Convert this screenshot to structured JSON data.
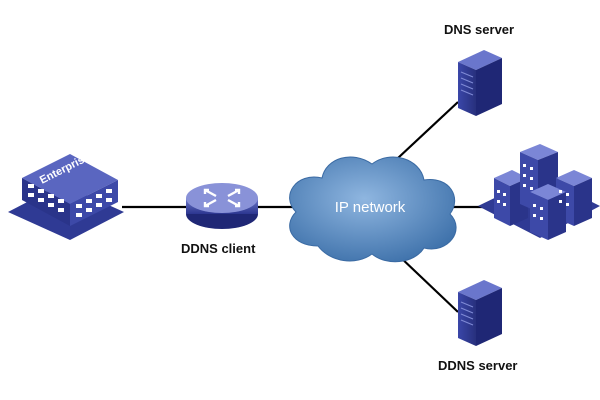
{
  "nodes": {
    "enterprise": {
      "label": "Enterprise"
    },
    "ddns_client": {
      "label": "DDNS client"
    },
    "ip_network": {
      "label": "IP network"
    },
    "dns_server": {
      "label": "DNS server"
    },
    "ddns_server": {
      "label": "DDNS server"
    },
    "buildings": {
      "label": ""
    }
  },
  "edges": [
    {
      "from": "enterprise",
      "to": "ddns_client"
    },
    {
      "from": "ddns_client",
      "to": "ip_network"
    },
    {
      "from": "ip_network",
      "to": "dns_server"
    },
    {
      "from": "ip_network",
      "to": "buildings"
    },
    {
      "from": "ip_network",
      "to": "ddns_server"
    }
  ],
  "colors": {
    "device_blue": "#2f3a94",
    "device_light": "#5a66c0",
    "cloud_fill": "#4b7fb8",
    "cloud_light": "#7aa6d4",
    "line": "#000000"
  }
}
